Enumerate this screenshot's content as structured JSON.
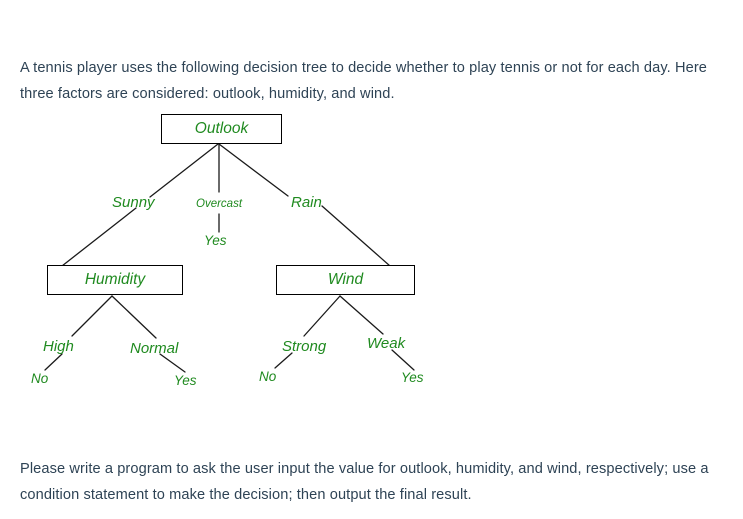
{
  "document": {
    "intro_text": "A tennis player uses the following decision tree to decide whether to play tennis or not for each day. Here three factors are considered: outlook, humidity, and wind.",
    "task_text": "Please write a program to ask the user input the value for outlook, humidity, and wind, respectively; use a condition statement to make the decision; then output the final result."
  },
  "colors": {
    "node_text": "#1f8a1f",
    "edge_stroke": "#1a1a1a",
    "box_border": "#000000",
    "body_text": "#2e4355",
    "background": "#ffffff"
  },
  "tree": {
    "root": {
      "label": "Outlook",
      "branches": [
        {
          "edge_label": "Sunny",
          "child": "Humidity"
        },
        {
          "edge_label": "Overcast",
          "child": "Yes"
        },
        {
          "edge_label": "Rain",
          "child": "Wind"
        }
      ]
    },
    "nodes": {
      "outlook": {
        "label": "Outlook"
      },
      "humidity": {
        "label": "Humidity"
      },
      "wind": {
        "label": "Wind"
      }
    },
    "edge_labels": {
      "sunny": "Sunny",
      "overcast": "Overcast",
      "rain": "Rain",
      "high": "High",
      "normal": "Normal",
      "strong": "Strong",
      "weak": "Weak"
    },
    "leaves": {
      "overcast_yes": "Yes",
      "humidity_high_no": "No",
      "humidity_normal_yes": "Yes",
      "wind_strong_no": "No",
      "wind_weak_yes": "Yes"
    }
  }
}
